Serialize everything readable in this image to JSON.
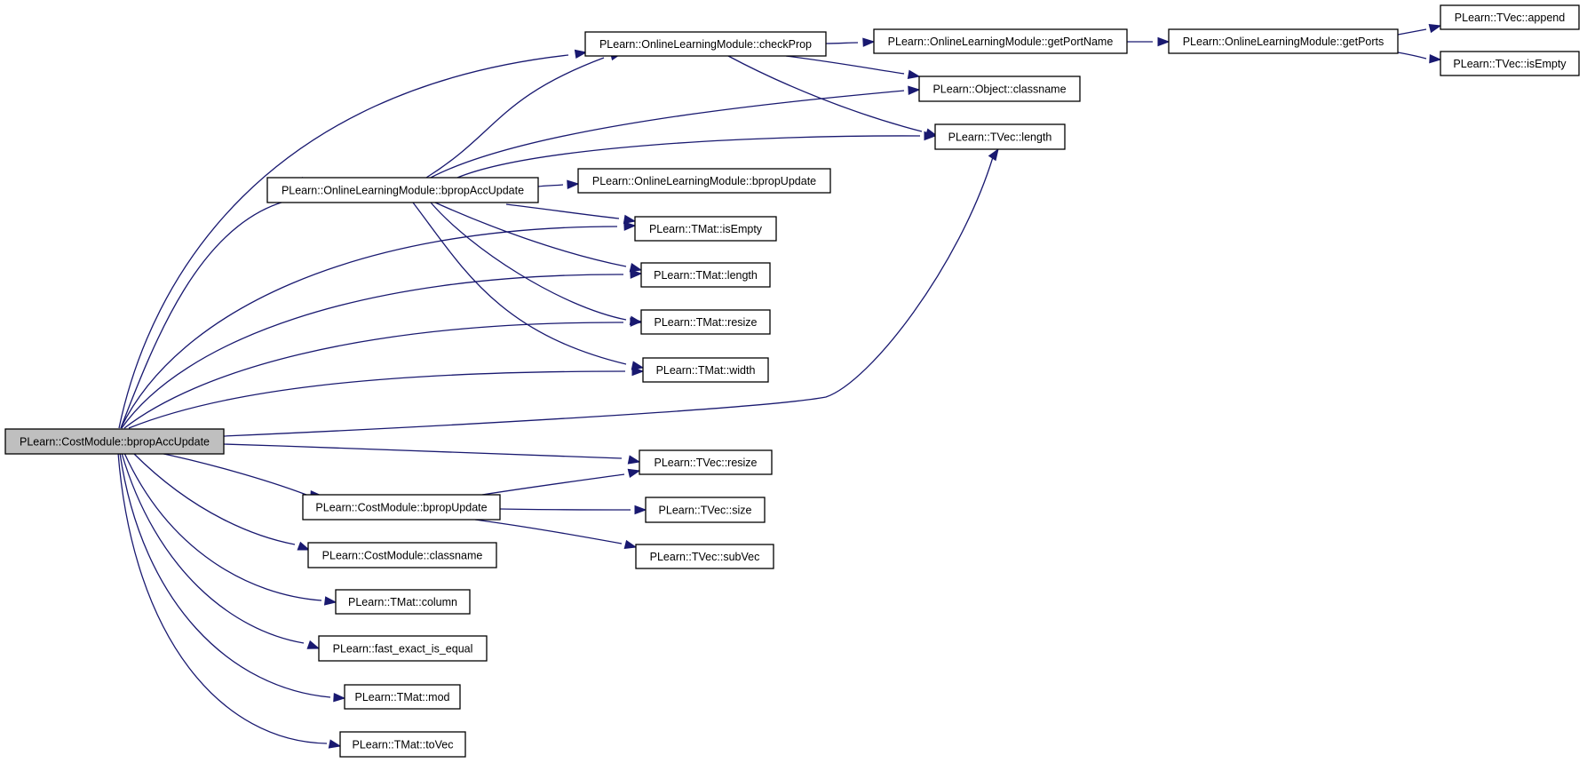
{
  "graph": {
    "nodes": [
      {
        "id": "root",
        "label": "PLearn::CostModule::bpropAccUpdate",
        "root": true
      },
      {
        "id": "olm_checkProp",
        "label": "PLearn::OnlineLearningModule::checkProp"
      },
      {
        "id": "olm_getPortName",
        "label": "PLearn::OnlineLearningModule::getPortName"
      },
      {
        "id": "olm_getPorts",
        "label": "PLearn::OnlineLearningModule::getPorts"
      },
      {
        "id": "tvec_append",
        "label": "PLearn::TVec::append"
      },
      {
        "id": "tvec_isEmpty",
        "label": "PLearn::TVec::isEmpty"
      },
      {
        "id": "obj_classname",
        "label": "PLearn::Object::classname"
      },
      {
        "id": "tvec_length",
        "label": "PLearn::TVec::length"
      },
      {
        "id": "olm_bpropAccUpdate",
        "label": "PLearn::OnlineLearningModule::bpropAccUpdate"
      },
      {
        "id": "olm_bpropUpdate",
        "label": "PLearn::OnlineLearningModule::bpropUpdate"
      },
      {
        "id": "tmat_isEmpty",
        "label": "PLearn::TMat::isEmpty"
      },
      {
        "id": "tmat_length",
        "label": "PLearn::TMat::length"
      },
      {
        "id": "tmat_resize",
        "label": "PLearn::TMat::resize"
      },
      {
        "id": "tmat_width",
        "label": "PLearn::TMat::width"
      },
      {
        "id": "tvec_resize",
        "label": "PLearn::TVec::resize"
      },
      {
        "id": "cm_bpropUpdate",
        "label": "PLearn::CostModule::bpropUpdate"
      },
      {
        "id": "tvec_size",
        "label": "PLearn::TVec::size"
      },
      {
        "id": "tvec_subVec",
        "label": "PLearn::TVec::subVec"
      },
      {
        "id": "cm_classname",
        "label": "PLearn::CostModule::classname"
      },
      {
        "id": "tmat_column",
        "label": "PLearn::TMat::column"
      },
      {
        "id": "fast_exact_is_equal",
        "label": "PLearn::fast_exact_is_equal"
      },
      {
        "id": "tmat_mod",
        "label": "PLearn::TMat::mod"
      },
      {
        "id": "tmat_toVec",
        "label": "PLearn::TMat::toVec"
      }
    ],
    "edges": [
      {
        "from": "root",
        "to": "olm_checkProp"
      },
      {
        "from": "root",
        "to": "olm_bpropAccUpdate"
      },
      {
        "from": "root",
        "to": "tmat_isEmpty"
      },
      {
        "from": "root",
        "to": "tmat_length"
      },
      {
        "from": "root",
        "to": "tmat_resize"
      },
      {
        "from": "root",
        "to": "tmat_width"
      },
      {
        "from": "root",
        "to": "tvec_length"
      },
      {
        "from": "root",
        "to": "tvec_resize"
      },
      {
        "from": "root",
        "to": "cm_bpropUpdate"
      },
      {
        "from": "root",
        "to": "cm_classname"
      },
      {
        "from": "root",
        "to": "tmat_column"
      },
      {
        "from": "root",
        "to": "fast_exact_is_equal"
      },
      {
        "from": "root",
        "to": "tmat_mod"
      },
      {
        "from": "root",
        "to": "tmat_toVec"
      },
      {
        "from": "olm_checkProp",
        "to": "olm_getPortName"
      },
      {
        "from": "olm_checkProp",
        "to": "obj_classname"
      },
      {
        "from": "olm_checkProp",
        "to": "tvec_length"
      },
      {
        "from": "olm_getPortName",
        "to": "olm_getPorts"
      },
      {
        "from": "olm_getPorts",
        "to": "tvec_append"
      },
      {
        "from": "olm_getPorts",
        "to": "tvec_isEmpty"
      },
      {
        "from": "olm_bpropAccUpdate",
        "to": "olm_checkProp"
      },
      {
        "from": "olm_bpropAccUpdate",
        "to": "obj_classname"
      },
      {
        "from": "olm_bpropAccUpdate",
        "to": "tvec_length"
      },
      {
        "from": "olm_bpropAccUpdate",
        "to": "olm_bpropUpdate"
      },
      {
        "from": "olm_bpropAccUpdate",
        "to": "tmat_isEmpty"
      },
      {
        "from": "olm_bpropAccUpdate",
        "to": "tmat_length"
      },
      {
        "from": "olm_bpropAccUpdate",
        "to": "tmat_resize"
      },
      {
        "from": "olm_bpropAccUpdate",
        "to": "tmat_width"
      },
      {
        "from": "cm_bpropUpdate",
        "to": "tvec_resize"
      },
      {
        "from": "cm_bpropUpdate",
        "to": "tvec_size"
      },
      {
        "from": "cm_bpropUpdate",
        "to": "tvec_subVec"
      }
    ]
  },
  "colors": {
    "edge": "#191970",
    "node_border": "#000000",
    "root_fill": "#bfbfbf",
    "node_fill": "#ffffff"
  }
}
